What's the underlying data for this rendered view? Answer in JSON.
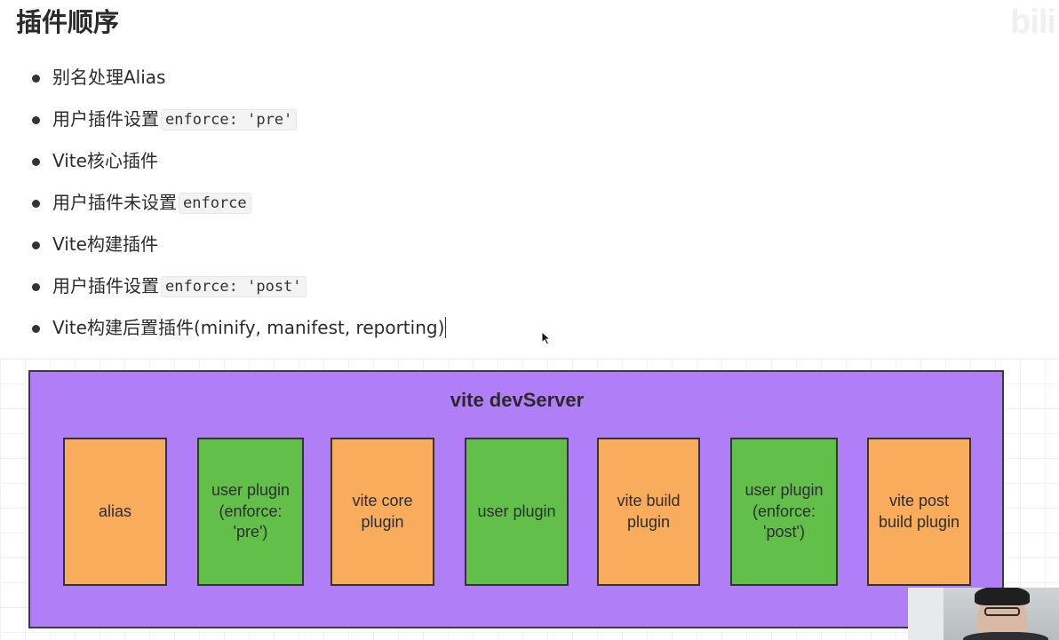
{
  "title": "插件顺序",
  "watermark": "bili",
  "bullets": [
    {
      "text": "别名处理Alias",
      "code": ""
    },
    {
      "text": "用户插件设置",
      "code": "enforce: 'pre'"
    },
    {
      "text": "Vite核心插件",
      "code": ""
    },
    {
      "text": "用户插件未设置",
      "code": "enforce"
    },
    {
      "text": "Vite构建插件",
      "code": ""
    },
    {
      "text": "用户插件设置",
      "code": "enforce: 'post'"
    },
    {
      "text": "Vite构建后置插件(minify, manifest, reporting)",
      "code": ""
    }
  ],
  "diagram": {
    "title": "vite devServer",
    "container_color": "#b07ef7",
    "colors": {
      "orange": "#f8ac5c",
      "green": "#62bf4a"
    },
    "plugins": [
      {
        "label": "alias",
        "color": "orange"
      },
      {
        "label": "user plugin (enforce: 'pre')",
        "color": "green"
      },
      {
        "label": "vite core plugin",
        "color": "orange"
      },
      {
        "label": "user plugin",
        "color": "green"
      },
      {
        "label": "vite build plugin",
        "color": "orange"
      },
      {
        "label": "user plugin (enforce: 'post')",
        "color": "green"
      },
      {
        "label": "vite post build plugin",
        "color": "orange"
      }
    ]
  }
}
